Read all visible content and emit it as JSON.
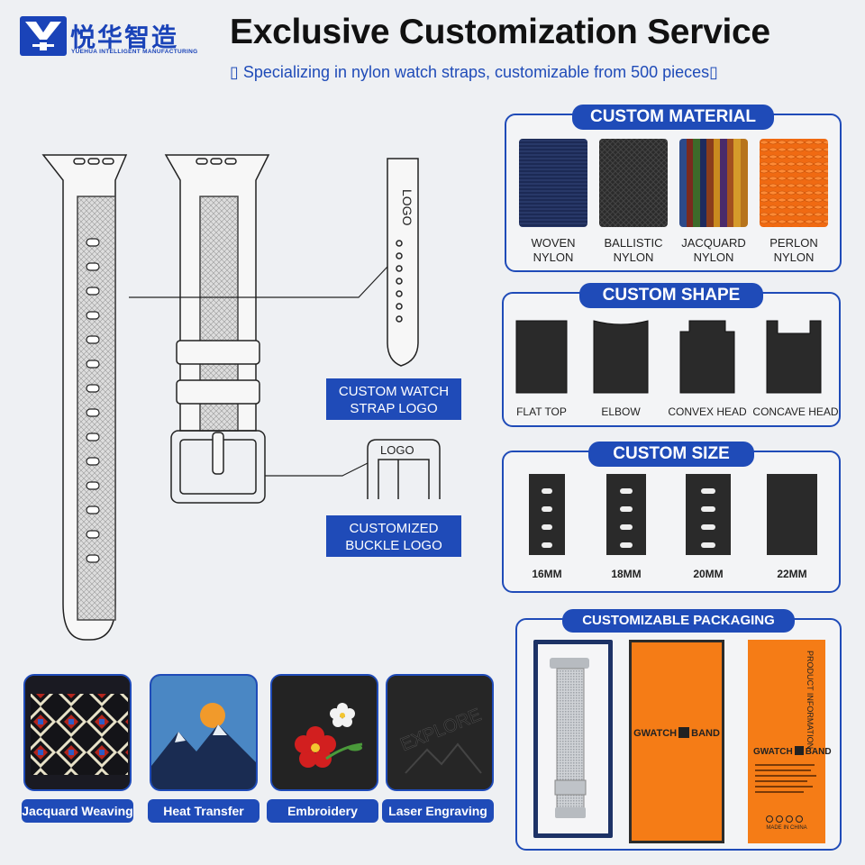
{
  "brand": {
    "name_cn": "悦华智造",
    "name_en": "YUEHUA INTELLIGENT MANUFACTURING",
    "color": "#1a43b8"
  },
  "header": {
    "title": "Exclusive Customization Service",
    "subtitle": "▯ Specializing in nylon watch straps, customizable from 500 pieces▯"
  },
  "diagram": {
    "strap_logo_text": "LOGO",
    "buckle_logo_text": "LOGO",
    "callouts": {
      "strap_logo": [
        "CUSTOM WATCH",
        "STRAP LOGO"
      ],
      "buckle_logo": [
        "CUSTOMIZED",
        "BUCKLE LOGO"
      ]
    }
  },
  "custom_material": {
    "title": "CUSTOM MATERIAL",
    "items": [
      {
        "line1": "WOVEN",
        "line2": "NYLON",
        "color": "#1c2a55"
      },
      {
        "line1": "BALLISTIC",
        "line2": "NYLON",
        "color": "#2b2b2b"
      },
      {
        "line1": "JACQUARD",
        "line2": "NYLON",
        "color": "#7a4a20"
      },
      {
        "line1": "PERLON",
        "line2": "NYLON",
        "color": "#f06a12"
      }
    ]
  },
  "custom_shape": {
    "title": "CUSTOM SHAPE",
    "items": [
      "FLAT TOP",
      "ELBOW",
      "CONVEX HEAD",
      "CONCAVE HEAD"
    ]
  },
  "custom_size": {
    "title": "CUSTOM SIZE",
    "items": [
      "16MM",
      "18MM",
      "20MM",
      "22MM"
    ]
  },
  "packaging": {
    "title": "CUSTOMIZABLE PACKAGING",
    "box_brand_left": "GWATCH",
    "box_brand_right": "BAND",
    "box_side_text": "PRODUCT INFORMATION",
    "made_in": "MADE IN CHINA",
    "box_color": "#f57c16"
  },
  "techniques": [
    {
      "label": "Jacquard Weaving"
    },
    {
      "label": "Heat Transfer"
    },
    {
      "label": "Embroidery"
    },
    {
      "label": "Laser Engraving",
      "engraved_text": "EXPLORE"
    }
  ]
}
